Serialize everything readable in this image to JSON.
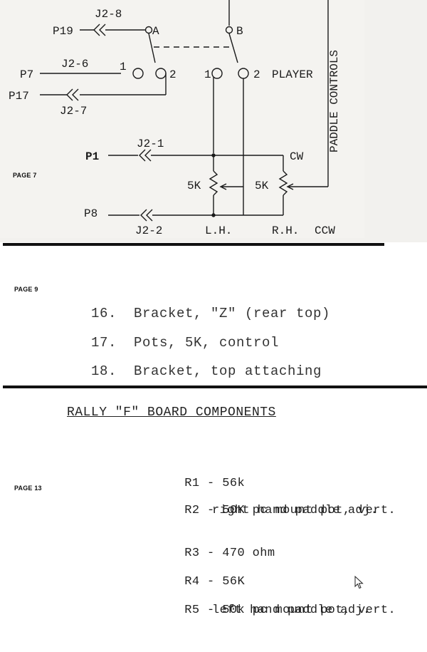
{
  "page7": {
    "tag": "PAGE 7",
    "labels": {
      "j2_8": "J2-8",
      "p19": "P19",
      "a": "A",
      "b": "B",
      "j2_6": "J2-6",
      "one_left": "1",
      "p7": "P7",
      "two_a": "2",
      "one_b": "1",
      "two_b": "2",
      "player": "PLAYER",
      "p17": "P17",
      "j2_7": "J2-7",
      "paddle_controls": "PADDLE CONTROLS",
      "j2_1": "J2-1",
      "p1": "P1",
      "cw": "CW",
      "pot_left": "5K",
      "pot_right": "5K",
      "p8": "P8",
      "j2_2": "J2-2",
      "lh": "L.H.",
      "rh": "R.H.",
      "ccw": "CCW"
    }
  },
  "page9": {
    "tag": "PAGE 9",
    "items": [
      "16.  Bracket, \"Z\" (rear top)",
      "17.  Pots, 5K, control",
      "18.  Bracket, top attaching"
    ]
  },
  "page13": {
    "tag": "PAGE 13",
    "title": "RALLY \"F\" BOARD COMPONENTS",
    "components": [
      {
        "ref": "R1",
        "desc": "56k"
      },
      {
        "ref": "R2",
        "desc": "50K pc mount pot, vert.",
        "desc2": "right hand paddle adj."
      },
      {
        "ref": "R3",
        "desc": "470 ohm"
      },
      {
        "ref": "R4",
        "desc": "56K"
      },
      {
        "ref": "R5",
        "desc": "50k pc mount pot, vert.",
        "desc2": "left hand paddle adj."
      }
    ]
  },
  "icons": {
    "cursor": "mouse-pointer-icon"
  }
}
